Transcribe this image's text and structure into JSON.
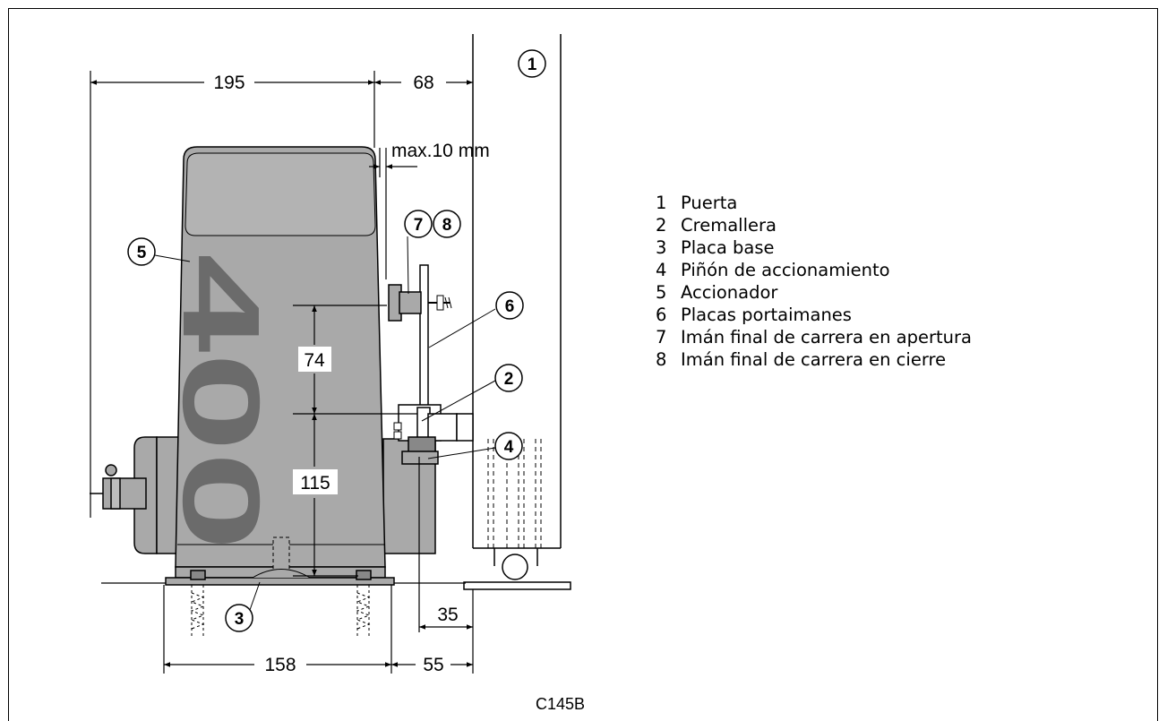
{
  "figure_code": "C145B",
  "model_text": "400",
  "dimensions": {
    "width_top": "195",
    "gap_top": "68",
    "max_gap": "max.10 mm",
    "height_upper": "74",
    "height_lower": "115",
    "base_width": "158",
    "base_offset": "55",
    "rack_offset": "35"
  },
  "callouts": [
    "1",
    "2",
    "3",
    "4",
    "5",
    "6",
    "7",
    "8"
  ],
  "legend": [
    {
      "num": "1",
      "label": "Puerta"
    },
    {
      "num": "2",
      "label": "Cremallera"
    },
    {
      "num": "3",
      "label": "Placa base"
    },
    {
      "num": "4",
      "label": "Piñón de accionamiento"
    },
    {
      "num": "5",
      "label": "Accionador"
    },
    {
      "num": "6",
      "label": "Placas portaimanes"
    },
    {
      "num": "7",
      "label": "Imán final de carrera en apertura"
    },
    {
      "num": "8",
      "label": "Imán final de carrera en cierre"
    }
  ],
  "colors": {
    "body": "#a9a9a9",
    "outline": "#000000",
    "model_text": "#6b6b6b",
    "label_box": "#ffffff"
  }
}
